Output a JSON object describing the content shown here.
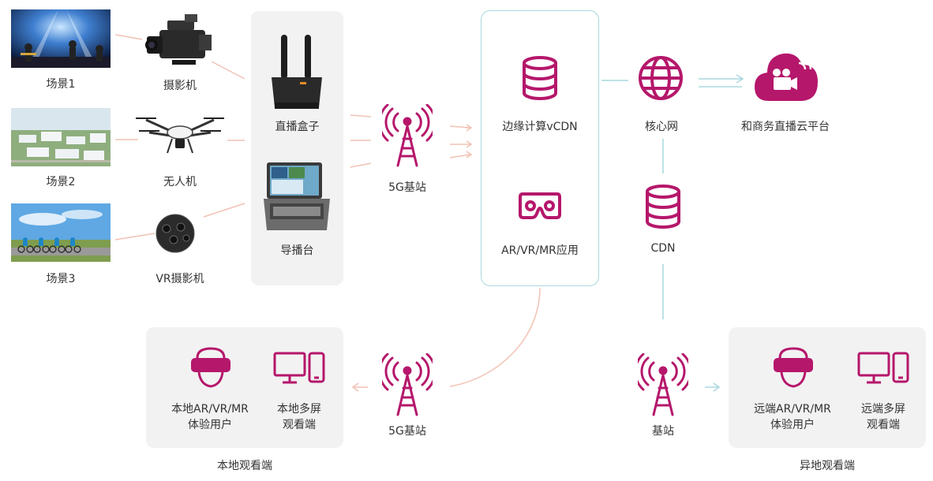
{
  "colors": {
    "accent": "#b5176b",
    "line_pink": "#f2c2b4",
    "line_cyan": "#a8d8df",
    "panel": "#f2f2f2"
  },
  "scenes": [
    {
      "label": "场景1",
      "device": "摄影机",
      "photo_icon": "concert-photo",
      "device_icon": "camera-icon"
    },
    {
      "label": "场景2",
      "device": "无人机",
      "photo_icon": "aerial-campus-photo",
      "device_icon": "drone-icon"
    },
    {
      "label": "场景3",
      "device": "VR摄影机",
      "photo_icon": "cycling-race-photo",
      "device_icon": "vr-camera-icon"
    }
  ],
  "hub": {
    "box": "直播盒子",
    "console": "导播台"
  },
  "tower_top": "5G基站",
  "edge": {
    "vcdn": "边缘计算vCDN",
    "arvr": "AR/VR/MR应用"
  },
  "core": "核心网",
  "cloud": "和商务直播云平台",
  "cdn": "CDN",
  "tower_bottom": "5G基站",
  "base_station": "基站",
  "local": {
    "title": "本地观看端",
    "vr_user": [
      "本地AR/VR/MR",
      "体验用户"
    ],
    "multi": [
      "本地多屏",
      "观看端"
    ]
  },
  "remote": {
    "title": "异地观看端",
    "vr_user": [
      "远端AR/VR/MR",
      "体验用户"
    ],
    "multi": [
      "远端多屏",
      "观看端"
    ]
  }
}
